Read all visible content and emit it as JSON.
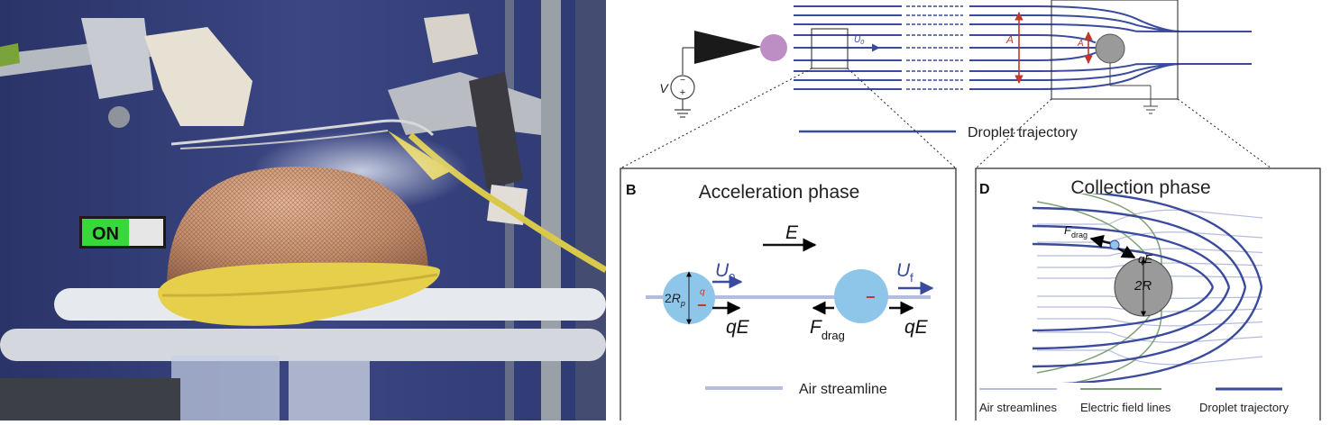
{
  "photo": {
    "switch_label": "ON",
    "colors": {
      "background": "#2e3a7a",
      "mesh": "#c49370",
      "ring": "#e5cf4b",
      "switch_on": "#37d83a"
    }
  },
  "panel_a": {
    "voltage_label": "V",
    "polarity_minus": "−",
    "polarity_plus": "+",
    "velocity_label": "U",
    "velocity_sub": "0",
    "amplitude_label": "A",
    "legend_label": "Droplet trajectory"
  },
  "panel_b": {
    "letter": "B",
    "title": "Acceleration phase",
    "field_label": "E",
    "radius_prefix": "2",
    "radius_label": "R",
    "radius_sub": "p",
    "charge_label": "q",
    "u0_label": "U",
    "u0_sub": "0",
    "uf_label": "U",
    "uf_sub": "f",
    "force_label": "qE",
    "drag_label": "F",
    "drag_sub": "drag",
    "minus_sign": "−",
    "legend_label": "Air streamline"
  },
  "panel_d": {
    "letter": "D",
    "title": "Collection phase",
    "drag_label": "F",
    "drag_sub": "drag",
    "force_label": "qE",
    "radius_label": "2R",
    "legend": [
      "Air streamlines",
      "Electric field lines",
      "Droplet trajectory"
    ]
  },
  "colors": {
    "trajectory": "#3a4a9c",
    "streamline": "#b4bcdf",
    "field_line": "#7ea174",
    "droplet": "#8ec6ea",
    "emitter": "#bd8ec3",
    "collector": "#9a9a9a",
    "amplitude": "#c0392b"
  }
}
